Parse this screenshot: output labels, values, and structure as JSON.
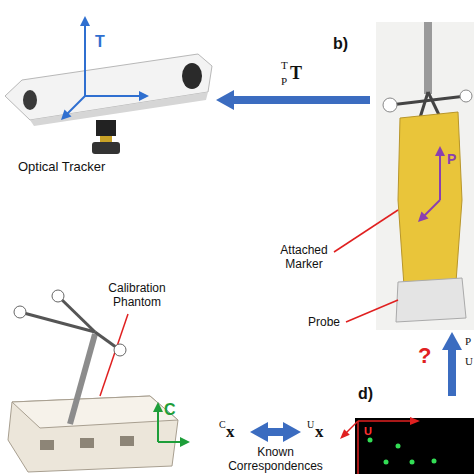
{
  "diagram": {
    "nodes": [
      {
        "text": [
          "Optical Tracker"
        ]
      },
      {
        "text": [
          "Attached Marker",
          "Probe"
        ]
      },
      {
        "text": [
          "Calibration Phantom"
        ]
      },
      {
        "text": [
          "U"
        ]
      }
    ],
    "edges": [
      {
        "from": 1,
        "to": 0,
        "arrow": "to"
      },
      {
        "from": 3,
        "to": 1,
        "arrow": "to"
      },
      {
        "from": 2,
        "to": 3,
        "arrow": "both",
        "label": "Known Correspondences"
      }
    ],
    "labels": [
      "b)",
      "T",
      "T",
      "P",
      "T",
      "P",
      "C",
      "?",
      "P",
      "U",
      "d)",
      "C",
      "x",
      "U",
      "x"
    ]
  }
}
